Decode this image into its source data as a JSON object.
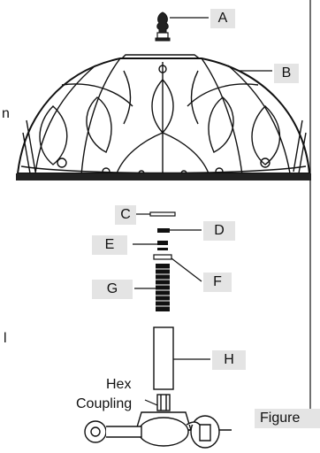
{
  "labels": {
    "a": "A",
    "b": "B",
    "c": "C",
    "d": "D",
    "e": "E",
    "f": "F",
    "g": "G",
    "h": "H"
  },
  "hex_line1": "Hex",
  "hex_line2": "Coupling",
  "figure_label": "Figure",
  "edge_left_1": "n",
  "edge_left_2": "l"
}
